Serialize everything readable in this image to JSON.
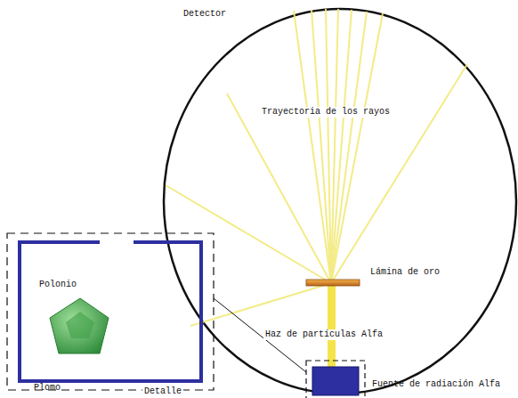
{
  "diagram": {
    "labels": [
      "Detector",
      "Trayectoria de los rayos",
      "Lámina de oro",
      "Haz de partículas Alfa",
      "Fuente de radiación Alfa",
      "Polonio",
      "Plomo",
      "Detalle"
    ]
  }
}
